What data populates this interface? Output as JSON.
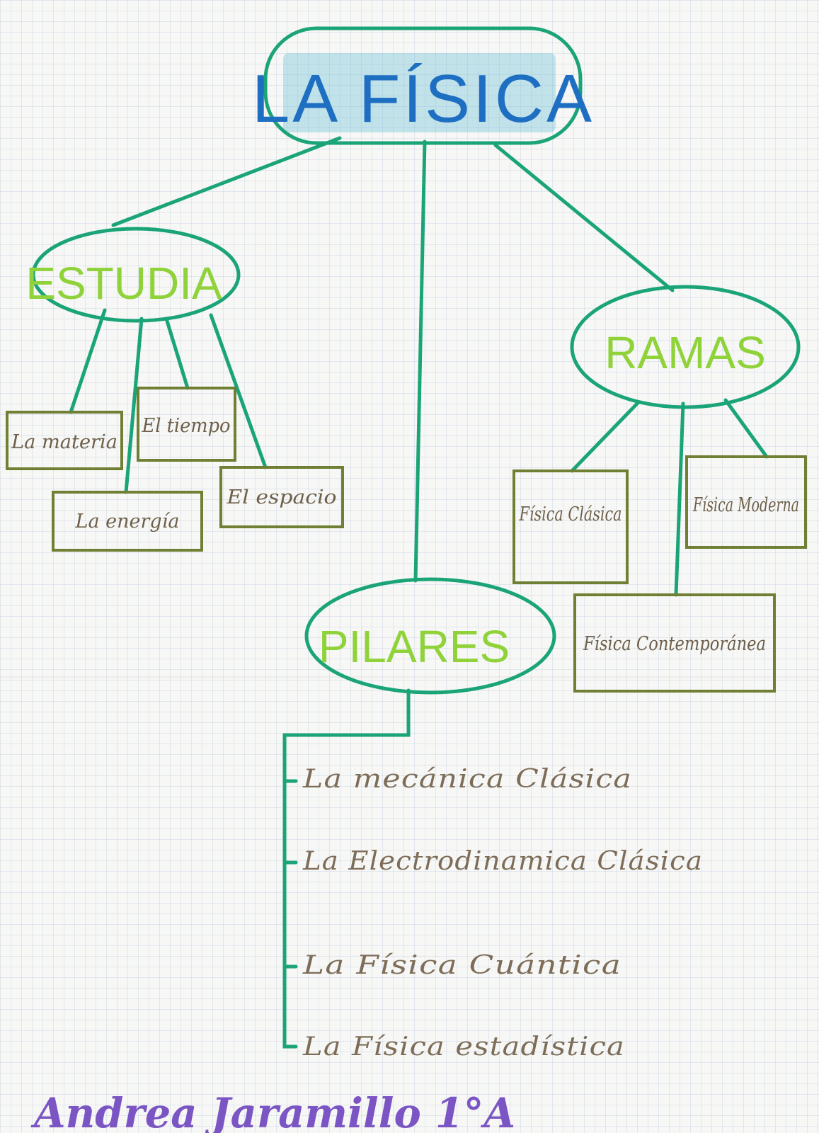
{
  "title": "LA FÍSICA",
  "estudia": {
    "label": "ESTUDIA",
    "items": [
      "La materia",
      "El tiempo",
      "La energía",
      "El espacio"
    ]
  },
  "ramas": {
    "label": "RAMAS",
    "items": [
      "Física Clásica",
      "Física Moderna",
      "Física Contemporánea"
    ]
  },
  "pilares": {
    "label": "PILARES",
    "items": [
      "La mecánica Clásica",
      "La Electrodinamica Clásica",
      "La Física Cuántica",
      "La Física estadística"
    ]
  },
  "signature": "Andrea Jaramillo 1°A",
  "colors": {
    "connector": "#1aa478",
    "title_text": "#1e6fc2",
    "node_text": "#8fd23a",
    "box_border": "#6f7f34",
    "handwriting": "#7d6d58",
    "signature": "#7b55c4"
  }
}
